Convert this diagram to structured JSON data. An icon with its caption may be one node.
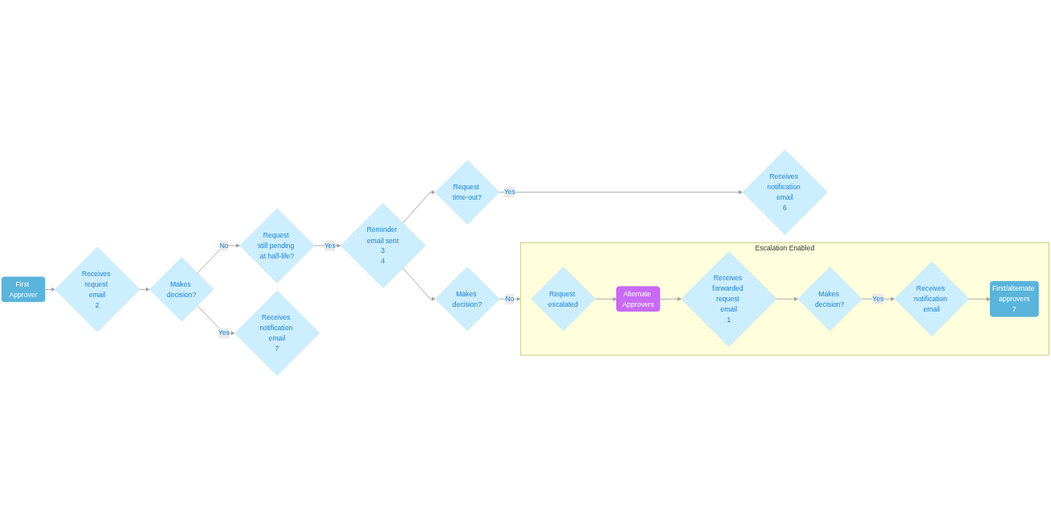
{
  "diagram": {
    "nodes": [
      {
        "text": [
          "First Approver"
        ]
      },
      {
        "text": [
          "Receives request email",
          "2"
        ]
      },
      {
        "text": [
          "Makes decision?"
        ]
      },
      {
        "text": [
          "Request still pending at half-life?"
        ]
      },
      {
        "text": [
          "Reminder email sent",
          "3",
          "4"
        ]
      },
      {
        "text": [
          "Request time-out?"
        ]
      },
      {
        "text": [
          "Receives notification email",
          "6"
        ]
      },
      {
        "text": [
          "Receives notification email",
          "7"
        ]
      },
      {
        "text": [
          "Makes decision?"
        ]
      },
      {
        "text": [
          "Escalation Enabled"
        ]
      },
      {
        "text": [
          "Request escalated"
        ],
        "in": 9
      },
      {
        "text": [
          "Alternate Approvers"
        ],
        "in": 9
      },
      {
        "text": [
          "Receives forwarded request email",
          "1"
        ],
        "in": 9
      },
      {
        "text": [
          "Makes decision?"
        ],
        "in": 9
      },
      {
        "text": [
          "Receives notification email"
        ],
        "in": 9
      },
      {
        "text": [
          "First/alternate approvers",
          "7"
        ],
        "in": 9
      }
    ],
    "edges": [
      {
        "from": 0,
        "to": 1,
        "arrow": "to"
      },
      {
        "from": 1,
        "to": 2,
        "arrow": "to"
      },
      {
        "from": 2,
        "to": 3,
        "arrow": "to",
        "label": "No"
      },
      {
        "from": 3,
        "to": 4,
        "arrow": "to",
        "label": "Yes"
      },
      {
        "from": 4,
        "to": 5,
        "arrow": "to"
      },
      {
        "from": 5,
        "to": 6,
        "arrow": "to",
        "label": "Yes"
      },
      {
        "from": 2,
        "to": 7,
        "arrow": "to",
        "label": "Yes"
      },
      {
        "from": 4,
        "to": 8,
        "arrow": "to"
      },
      {
        "from": 8,
        "to": 9,
        "arrow": "to",
        "label": "No"
      },
      {
        "from": 10,
        "to": 11,
        "arrow": "to"
      },
      {
        "from": 11,
        "to": 12,
        "arrow": "to"
      },
      {
        "from": 12,
        "to": 13,
        "arrow": "to"
      },
      {
        "from": 13,
        "to": 14,
        "arrow": "to",
        "label": "Yes"
      },
      {
        "from": 14,
        "to": 15,
        "arrow": "to"
      }
    ]
  }
}
